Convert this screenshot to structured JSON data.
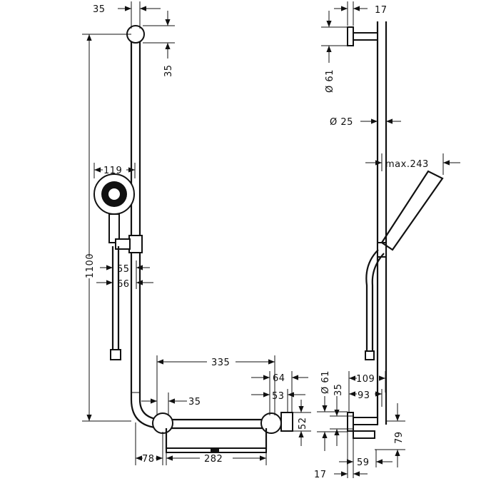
{
  "drawing": {
    "front_view": {
      "top_offset_h": "35",
      "top_offset_v": "35",
      "hand_shower_width": "119",
      "height": "1100",
      "holder_55": "55",
      "holder_66": "66",
      "shelf_length": "335",
      "shelf_wall_35": "35",
      "end_64": "64",
      "end_53": "53",
      "end_52": "52",
      "corner_78": "78",
      "shelf_282": "282"
    },
    "side_view": {
      "bracket_17_top": "17",
      "bracket_diameter_top": "Ø 61",
      "rail_diameter": "Ø 25",
      "max_projection": "max.243",
      "proj_109": "109",
      "proj_93": "93",
      "bracket_diameter_bottom": "Ø 61",
      "bracket_35": "35",
      "height_79": "79",
      "depth_59": "59",
      "bracket_17_bottom": "17"
    }
  }
}
